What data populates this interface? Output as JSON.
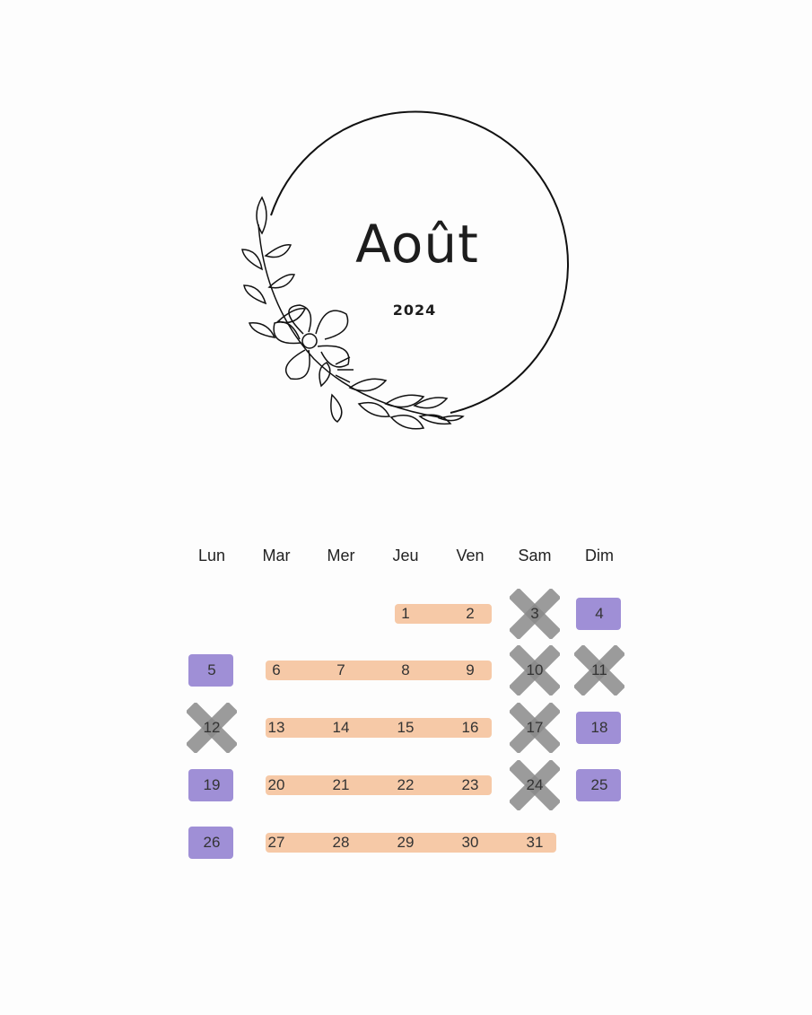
{
  "header": {
    "month": "Août",
    "year": "2024"
  },
  "calendar": {
    "weekdays": [
      "Lun",
      "Mar",
      "Mer",
      "Jeu",
      "Ven",
      "Sam",
      "Dim"
    ],
    "start_weekday_index": 3,
    "days_in_month": 31,
    "marks": {
      "peach_ranges": [
        [
          1,
          2
        ],
        [
          6,
          9
        ],
        [
          13,
          16
        ],
        [
          20,
          23
        ],
        [
          27,
          31
        ]
      ],
      "purple_days": [
        4,
        5,
        18,
        19,
        25,
        26
      ],
      "crossed_days": [
        3,
        10,
        11,
        12,
        17,
        24
      ]
    },
    "colors": {
      "peach": "#f6c9a7",
      "purple": "#9f8fd6",
      "cross": "#8a8a8a"
    }
  }
}
